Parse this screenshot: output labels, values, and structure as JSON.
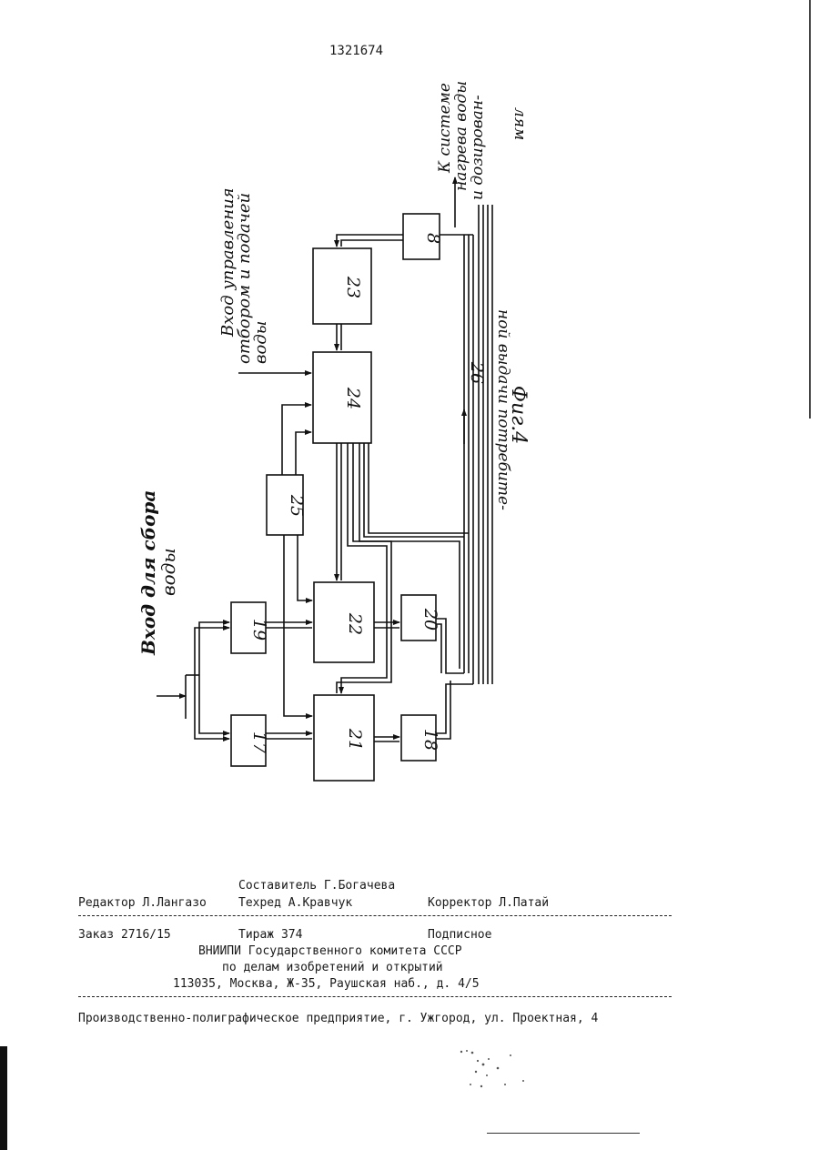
{
  "patent_number": "1321674",
  "figure": {
    "caption": "Фиг.4",
    "label_26": "26",
    "blocks": [
      {
        "id": "8",
        "label": "8"
      },
      {
        "id": "17",
        "label": "17"
      },
      {
        "id": "18",
        "label": "18"
      },
      {
        "id": "19",
        "label": "19"
      },
      {
        "id": "20",
        "label": "20"
      },
      {
        "id": "21",
        "label": "21"
      },
      {
        "id": "22",
        "label": "22"
      },
      {
        "id": "23",
        "label": "23"
      },
      {
        "id": "24",
        "label": "24"
      },
      {
        "id": "25",
        "label": "25"
      }
    ],
    "input_water_collection": [
      "Вход для сбора",
      "воды"
    ],
    "input_control": [
      "Вход управления",
      "отбором и подачей",
      "воды"
    ],
    "output_heating": [
      "К системе",
      "нагрева воды",
      "и дозирован-",
      "ной выдачи потребите-",
      "лям"
    ]
  },
  "footer": {
    "compiler": "Составитель Г.Богачева",
    "editor": "Редактор Л.Лангазо",
    "techred": "Техред А.Кравчук",
    "corrector": "Корректор Л.Патай",
    "order": "Заказ 2716/15",
    "circulation": "Тираж 374",
    "subscription": "Подписное",
    "org_line1": "ВНИИПИ Государственного комитета СССР",
    "org_line2": "по делам изобретений и открытий",
    "address": "113035, Москва, Ж-35, Раушская наб., д. 4/5",
    "printer": "Производственно-полиграфическое предприятие, г. Ужгород, ул. Проектная, 4"
  }
}
